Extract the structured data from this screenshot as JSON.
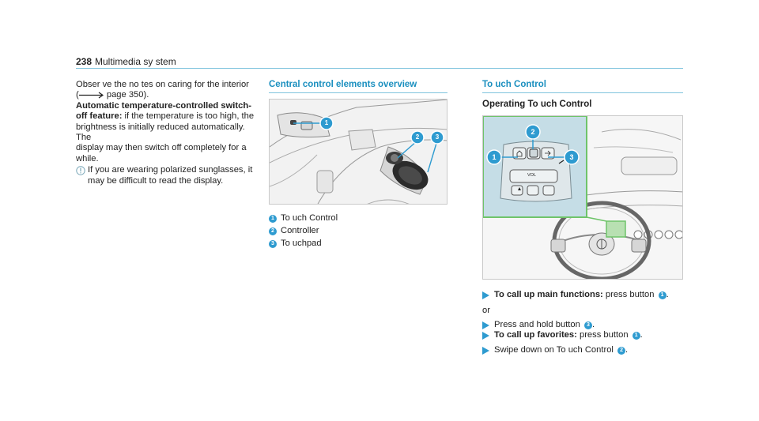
{
  "header": {
    "page_number": "238",
    "section_title": "Multimedia sy stem"
  },
  "left_column": {
    "line1": "Obser ve the no tes on caring for the interior",
    "line2_open": "(",
    "line2_page": " page 350).",
    "heading_bold": "Automatic temperature-controlled switch-",
    "heading_bold2": "off feature:",
    "body1": " if the temperature is too high, the",
    "body2": "brightness is initially reduced automatically. The",
    "body3": "display may then switch off completely for a",
    "body4": "while.",
    "note1": "If you are wearing polarized sunglasses, it",
    "note2": "may be difficult to read the display."
  },
  "middle_column": {
    "heading": "Central control elements overview",
    "callouts": [
      {
        "num": "1",
        "label": "To uch Control"
      },
      {
        "num": "2",
        "label": "Controller"
      },
      {
        "num": "3",
        "label": "To uchpad"
      }
    ]
  },
  "right_column": {
    "heading": "To uch Control",
    "subheading": "Operating To uch Control",
    "steps": {
      "s1_bold": "To call up main functions:",
      "s1_text": " press button ",
      "s1_num": "1",
      "s1_end": ".",
      "or": "or",
      "s2_text": "Press and hold button ",
      "s2_num": "3",
      "s2_end": ".",
      "s3_bold": "To call up favorites:",
      "s3_text": " press button ",
      "s3_num": "1",
      "s3_end": ".",
      "s4_text": "Swipe down on To uch Control ",
      "s4_num": "2",
      "s4_end": "."
    }
  },
  "figure_labels": {
    "vol": "VOL"
  },
  "colors": {
    "accent": "#2e9bd0",
    "rule": "#7fc4dd",
    "heading": "#1a8fbf",
    "inset_bg": "#c5dde6",
    "highlight_green": "#6fc46a"
  }
}
